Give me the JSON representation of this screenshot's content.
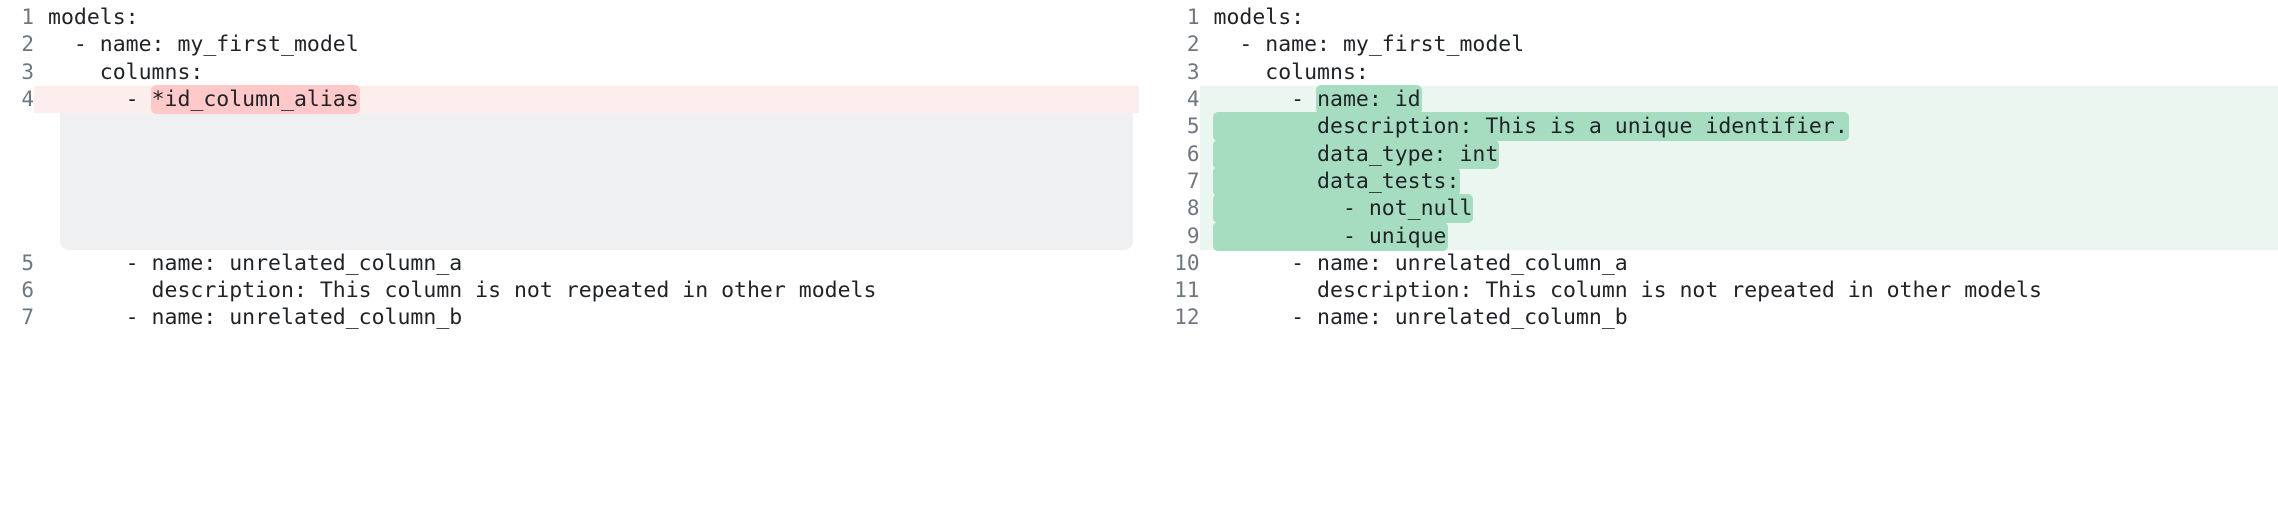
{
  "view": {
    "kind": "side-by-side-code-diff",
    "language": "yaml",
    "colors": {
      "deleted_row_bg": "#fdeeee",
      "deleted_word_bg": "#ffc9c9",
      "added_row_bg": "#eaf6ef",
      "added_word_bg": "#a6ddc0",
      "filler_bg": "#eef0f2",
      "gutter_text": "#6e7781",
      "code_text": "#1f2328",
      "page_bg": "#ffffff"
    }
  },
  "left_pane": {
    "name": "before",
    "lines": [
      {
        "num": "1",
        "text": "models:",
        "type": "ctx",
        "prefix": "",
        "highlight": ""
      },
      {
        "num": "2",
        "text": "  - name: my_first_model",
        "type": "ctx",
        "prefix": "",
        "highlight": ""
      },
      {
        "num": "3",
        "text": "    columns:",
        "type": "ctx",
        "prefix": "",
        "highlight": ""
      },
      {
        "num": "4",
        "text": "      - *id_column_alias",
        "type": "del",
        "prefix": "      - ",
        "highlight": "*id_column_alias"
      },
      {
        "num": "5",
        "text": "      - name: unrelated_column_a",
        "type": "ctx",
        "prefix": "",
        "highlight": ""
      },
      {
        "num": "6",
        "text": "        description: This column is not repeated in other models",
        "type": "ctx",
        "prefix": "",
        "highlight": ""
      },
      {
        "num": "7",
        "text": "      - name: unrelated_column_b",
        "type": "ctx",
        "prefix": "",
        "highlight": ""
      }
    ],
    "filler_rows": 5
  },
  "right_pane": {
    "name": "after",
    "lines": [
      {
        "num": "1",
        "text": "models:",
        "type": "ctx",
        "prefix": "",
        "highlight": ""
      },
      {
        "num": "2",
        "text": "  - name: my_first_model",
        "type": "ctx",
        "prefix": "",
        "highlight": ""
      },
      {
        "num": "3",
        "text": "    columns:",
        "type": "ctx",
        "prefix": "",
        "highlight": ""
      },
      {
        "num": "4",
        "text": "      - name: id",
        "type": "add",
        "prefix": "      - ",
        "highlight": "name: id"
      },
      {
        "num": "5",
        "text": "        description: This is a unique identifier.",
        "type": "add",
        "prefix": "",
        "highlight": "        description: This is a unique identifier."
      },
      {
        "num": "6",
        "text": "        data_type: int",
        "type": "add",
        "prefix": "",
        "highlight": "        data_type: int"
      },
      {
        "num": "7",
        "text": "        data_tests:",
        "type": "add",
        "prefix": "",
        "highlight": "        data_tests:"
      },
      {
        "num": "8",
        "text": "          - not_null",
        "type": "add",
        "prefix": "",
        "highlight": "          - not_null"
      },
      {
        "num": "9",
        "text": "          - unique",
        "type": "add",
        "prefix": "",
        "highlight": "          - unique"
      },
      {
        "num": "10",
        "text": "      - name: unrelated_column_a",
        "type": "ctx",
        "prefix": "",
        "highlight": ""
      },
      {
        "num": "11",
        "text": "        description: This column is not repeated in other models",
        "type": "ctx",
        "prefix": "",
        "highlight": ""
      },
      {
        "num": "12",
        "text": "      - name: unrelated_column_b",
        "type": "ctx",
        "prefix": "",
        "highlight": ""
      }
    ]
  }
}
